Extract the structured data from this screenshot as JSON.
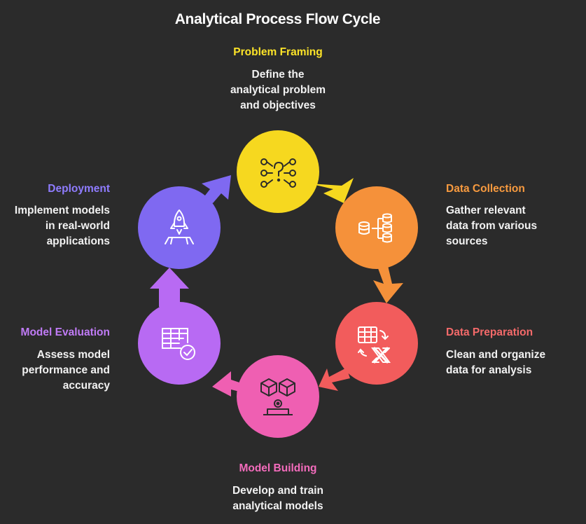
{
  "title": "Analytical Process Flow Cycle",
  "colors": {
    "background": "#2b2b2b",
    "problem_framing": "#f6d81f",
    "data_collection": "#f5913a",
    "data_preparation": "#f25c5c",
    "model_building": "#ef5fb2",
    "model_evaluation": "#b86af3",
    "deployment": "#7f69f1",
    "problem_framing_title": "#fde428",
    "data_collection_title": "#f79a3f",
    "data_preparation_title": "#f46a6a",
    "model_building_title": "#f36cbc",
    "model_evaluation_title": "#c07bf6",
    "deployment_title": "#8f7cff"
  },
  "stages": {
    "problem_framing": {
      "title": "Problem Framing",
      "desc": [
        "Define the",
        "analytical problem",
        "and objectives"
      ],
      "icon": "question-network-icon"
    },
    "data_collection": {
      "title": "Data Collection",
      "desc": [
        "Gather relevant",
        "data from various",
        "sources"
      ],
      "icon": "database-stack-icon"
    },
    "data_preparation": {
      "title": "Data Preparation",
      "desc": [
        "Clean and organize",
        "data for analysis"
      ],
      "icon": "spreadsheet-transform-icon"
    },
    "model_building": {
      "title": "Model Building",
      "desc": [
        "Develop and train",
        "analytical models"
      ],
      "icon": "cubes-robot-icon"
    },
    "model_evaluation": {
      "title": "Model Evaluation",
      "desc": [
        "Assess model",
        "performance and",
        "accuracy"
      ],
      "icon": "table-check-icon"
    },
    "deployment": {
      "title": "Deployment",
      "desc": [
        "Implement models",
        "in real-world",
        "applications"
      ],
      "icon": "rocket-launch-icon"
    }
  }
}
